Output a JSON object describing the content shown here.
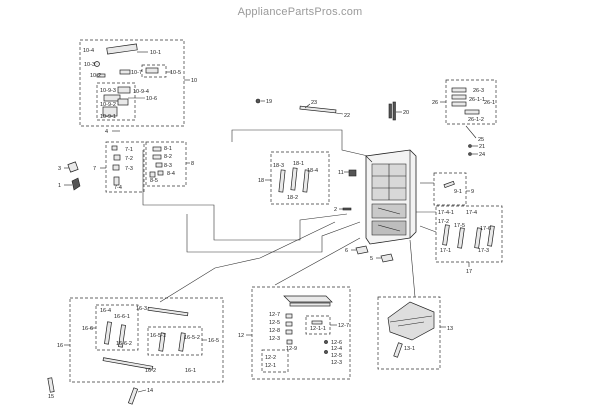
{
  "watermark": "AppliancePartsPros.com",
  "labels": {
    "10-4": "10-4",
    "10-1": "10-1",
    "10-3": "10-3",
    "10-7": "10-7",
    "10-5": "10-5",
    "10-2": "10-2",
    "10": "10",
    "10-9-3": "10-9-3",
    "10-9-4": "10-9-4",
    "10-6": "10-6",
    "10-9-2": "10-9-2",
    "10-9-1": "10-9-1",
    "4": "4",
    "19": "19",
    "23": "23",
    "22": "22",
    "20": "20",
    "26": "26",
    "26-3": "26-3",
    "26-1-1": "26-1-1",
    "26-1": "26-1",
    "26-1-2": "26-1-2",
    "25": "25",
    "21": "21",
    "24": "24",
    "7-1": "7-1",
    "7-2": "7-2",
    "7-3": "7-3",
    "7-4": "7-4",
    "7": "7",
    "8-1": "8-1",
    "8-2": "8-2",
    "8-3": "8-3",
    "8-4": "8-4",
    "8-5": "8-5",
    "8": "8",
    "3": "3",
    "1": "1",
    "18": "18",
    "18-1": "18-1",
    "18-2": "18-2",
    "18-3": "18-3",
    "18-4": "18-4",
    "11": "11",
    "2": "2",
    "9": "9",
    "9-1": "9-1",
    "17": "17",
    "17-4-1": "17-4-1",
    "17-4": "17-4",
    "17-2": "17-2",
    "17-1": "17-1",
    "17-5": "17-5",
    "17-3": "17-3",
    "17-6": "17-6",
    "6": "6",
    "5": "5",
    "16": "16",
    "16-4": "16-4",
    "16-5": "16-5",
    "16-6": "16-6",
    "16-6-1": "16-6-1",
    "16-6-2": "16-6-2",
    "16-5-1": "16-5-1",
    "16-5-2": "16-5-2",
    "16-2": "16-2",
    "16-3": "16-3",
    "16-1": "16-1",
    "15": "15",
    "14": "14",
    "12": "12",
    "12-7": "12-7",
    "12-5": "12-5",
    "12-8": "12-8",
    "12-3": "12-3",
    "12-9": "12-9",
    "12-1-1": "12-1-1",
    "12-6": "12-6",
    "12-4": "12-4",
    "12-2": "12-2",
    "12-1": "12-1",
    "13": "13",
    "13-1": "13-1"
  }
}
